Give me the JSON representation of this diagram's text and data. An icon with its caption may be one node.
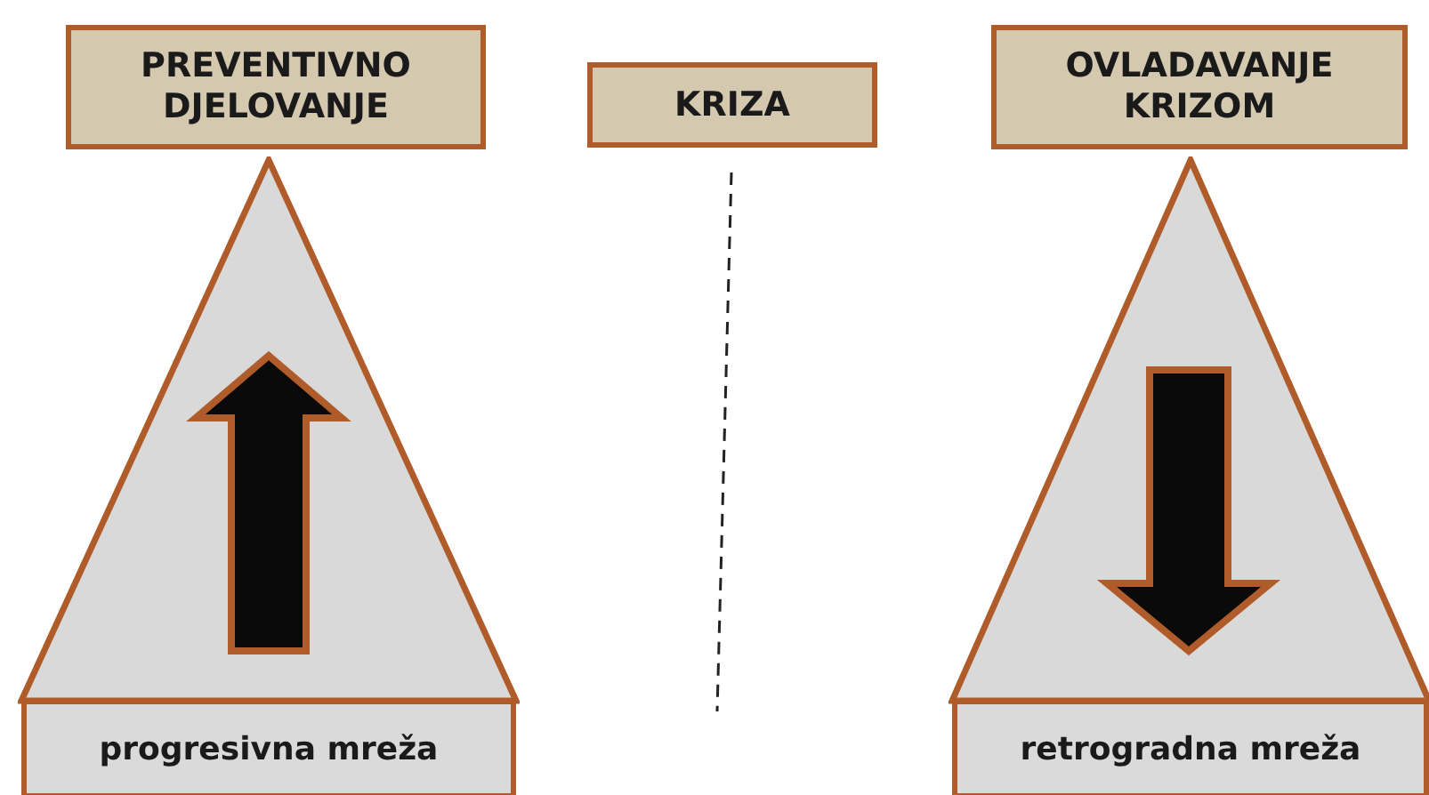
{
  "diagram": {
    "nodes": [
      {
        "text": [
          "PREVENTIVNO DJELOVANJE"
        ]
      },
      {
        "text": [
          "KRIZA"
        ]
      },
      {
        "text": [
          "OVLADAVANJE KRIZOM"
        ]
      },
      {
        "text": [],
        "shape": "triangle"
      },
      {
        "text": [
          "progresivna mreža"
        ]
      },
      {
        "text": [],
        "shape": "triangle"
      },
      {
        "text": [
          "retrogradna mreža"
        ]
      }
    ]
  }
}
